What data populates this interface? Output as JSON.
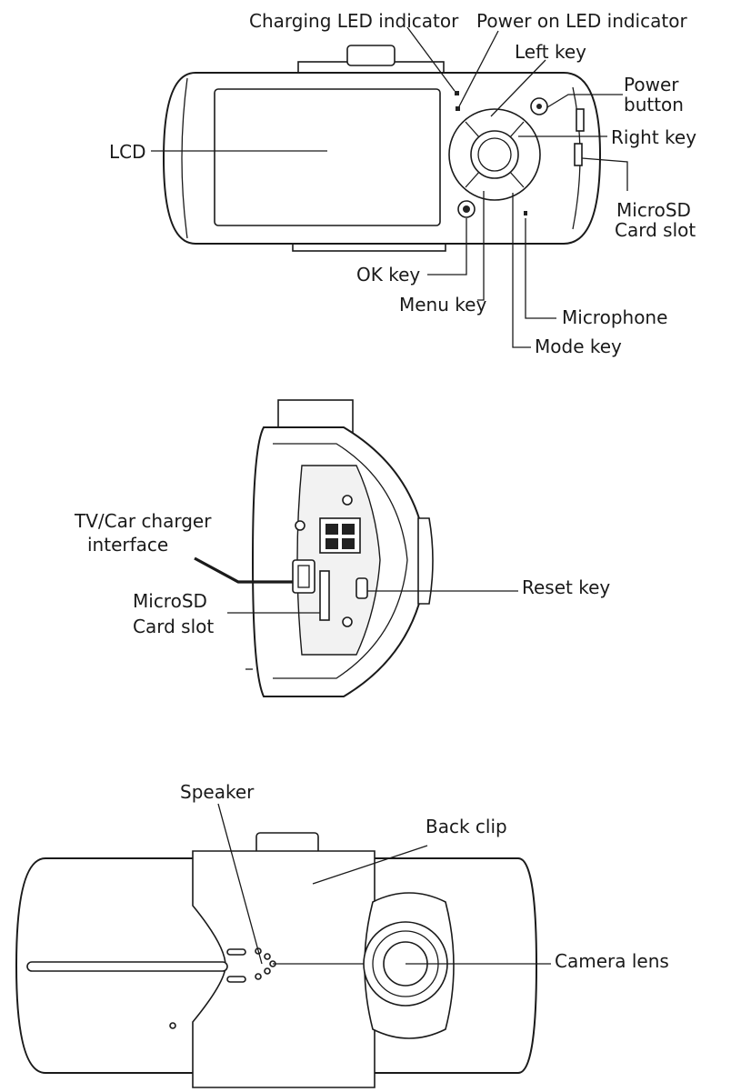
{
  "front_view": {
    "labels": {
      "charging_led": "Charging LED indicator",
      "power_led": "Power on LED indicator",
      "left_key": "Left key",
      "power_button_1": "Power",
      "power_button_2": "button",
      "right_key": "Right key",
      "lcd": "LCD",
      "microsd_1": "MicroSD",
      "microsd_2": "Card slot",
      "ok_key": "OK key",
      "menu_key": "Menu key",
      "microphone": "Microphone",
      "mode_key": "Mode key"
    }
  },
  "side_view": {
    "labels": {
      "tv_charger_1": "TV/Car charger",
      "tv_charger_2": "interface",
      "microsd_1": "MicroSD",
      "microsd_2": "Card slot",
      "reset_key": "Reset key"
    }
  },
  "back_view": {
    "labels": {
      "speaker": "Speaker",
      "back_clip": "Back clip",
      "camera_lens": "Camera lens"
    }
  },
  "colors": {
    "line": "#1a1a1a",
    "background": "#ffffff"
  }
}
